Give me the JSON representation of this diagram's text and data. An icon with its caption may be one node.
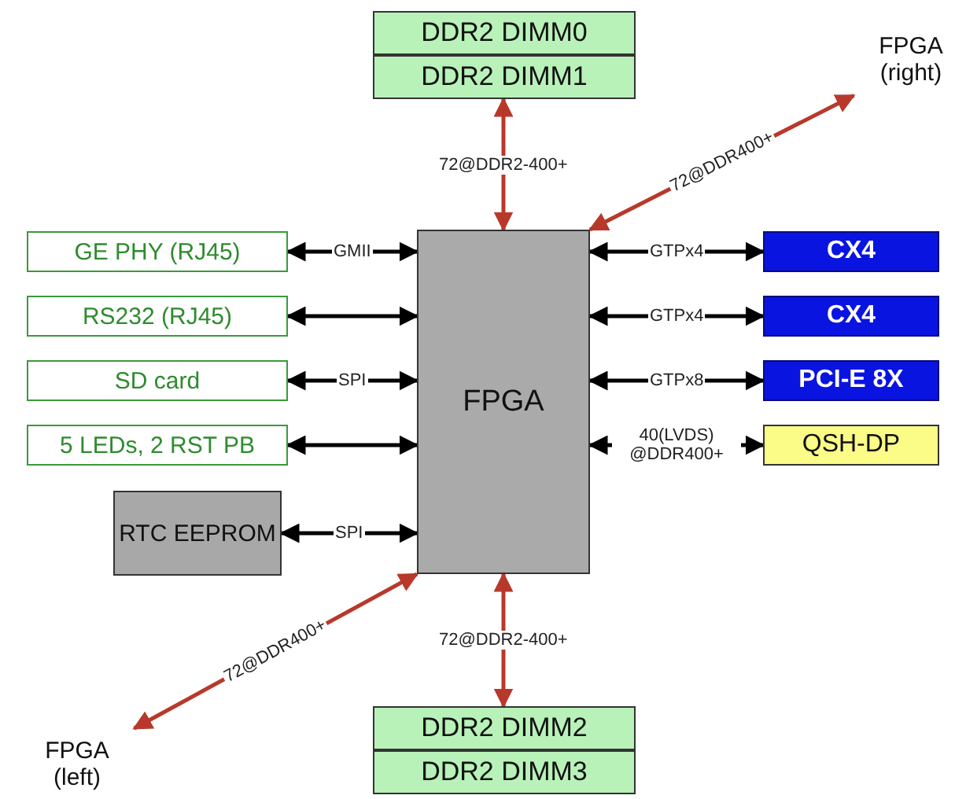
{
  "diagram": {
    "nodes": [
      {
        "text": [
          "DDR2 DIMM0"
        ]
      },
      {
        "text": [
          "DDR2 DIMM1"
        ]
      },
      {
        "text": [
          "FPGA (right)"
        ]
      },
      {
        "text": [
          "GE PHY (RJ45)"
        ]
      },
      {
        "text": [
          "RS232 (RJ45)"
        ]
      },
      {
        "text": [
          "SD card"
        ]
      },
      {
        "text": [
          "5 LEDs, 2 RST PB"
        ]
      },
      {
        "text": [
          "RTC EEPROM"
        ]
      },
      {
        "text": [
          "FPGA"
        ]
      },
      {
        "text": [
          "CX4"
        ]
      },
      {
        "text": [
          "CX4"
        ]
      },
      {
        "text": [
          "PCI-E 8X"
        ]
      },
      {
        "text": [
          "QSH-DP"
        ]
      },
      {
        "text": [
          "FPGA (left)"
        ]
      },
      {
        "text": [
          "DDR2 DIMM2"
        ]
      },
      {
        "text": [
          "DDR2 DIMM3"
        ]
      }
    ],
    "edges": [
      {
        "from": 1,
        "to": 8,
        "arrow": "both",
        "label": "72@DDR2-400+",
        "color": "#b8392b"
      },
      {
        "from": 8,
        "to": 2,
        "arrow": "both",
        "label": "72@DDR400+",
        "color": "#b8392b"
      },
      {
        "from": 3,
        "to": 8,
        "arrow": "both",
        "label": "GMII"
      },
      {
        "from": 4,
        "to": 8,
        "arrow": "both"
      },
      {
        "from": 5,
        "to": 8,
        "arrow": "both",
        "label": "SPI"
      },
      {
        "from": 6,
        "to": 8,
        "arrow": "both"
      },
      {
        "from": 7,
        "to": 8,
        "arrow": "both",
        "label": "SPI"
      },
      {
        "from": 8,
        "to": 9,
        "arrow": "both",
        "label": "GTPx4"
      },
      {
        "from": 8,
        "to": 10,
        "arrow": "both",
        "label": "GTPx4"
      },
      {
        "from": 8,
        "to": 11,
        "arrow": "both",
        "label": "GTPx8"
      },
      {
        "from": 8,
        "to": 12,
        "arrow": "both",
        "label": "40(LVDS) @DDR400+"
      },
      {
        "from": 8,
        "to": 13,
        "arrow": "both",
        "label": "72@DDR400+",
        "color": "#b8392b"
      },
      {
        "from": 8,
        "to": 14,
        "arrow": "both",
        "label": "72@DDR2-400+",
        "color": "#b8392b"
      }
    ]
  }
}
